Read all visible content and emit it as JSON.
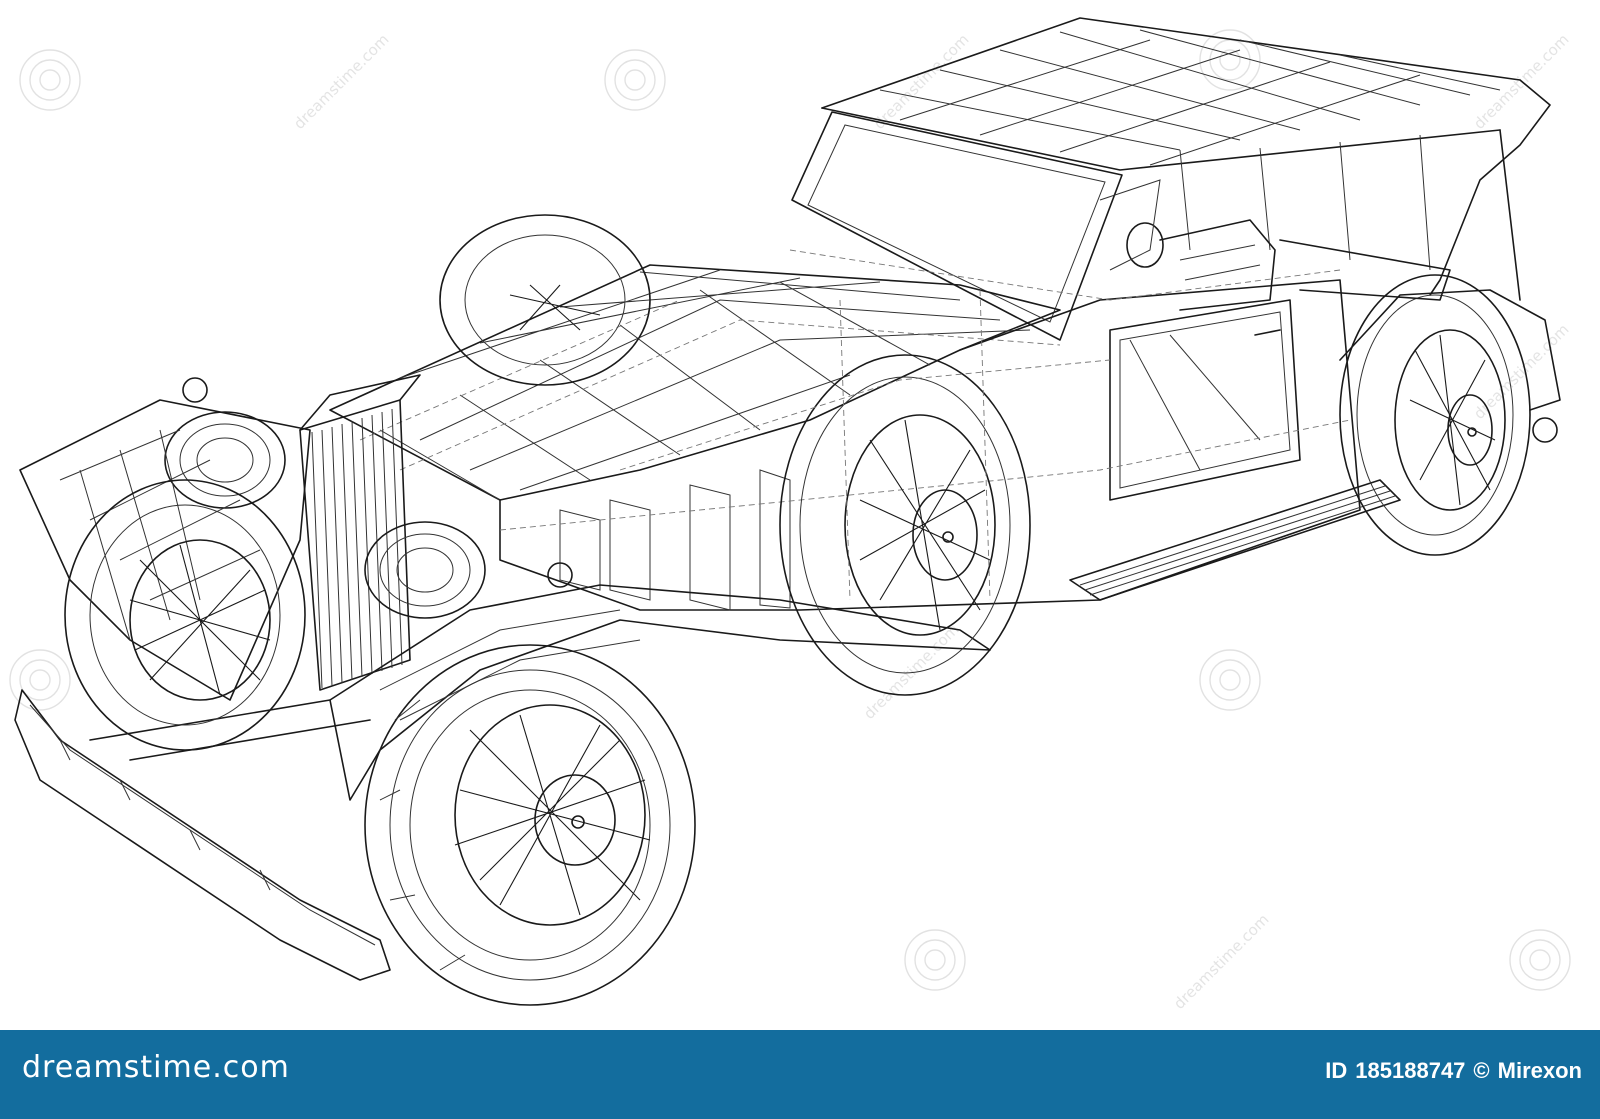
{
  "image": {
    "subject": "wireframe-vintage-car",
    "icon": "car-wireframe-icon"
  },
  "watermark": {
    "text": "dreamstime.com",
    "icon": "spiral-icon"
  },
  "footer": {
    "background_color": "#136d9e",
    "brand": "dreamstime.com",
    "id_label": "ID",
    "id_value": "185188747",
    "copyright_symbol": "©",
    "author": "Mirexon"
  }
}
